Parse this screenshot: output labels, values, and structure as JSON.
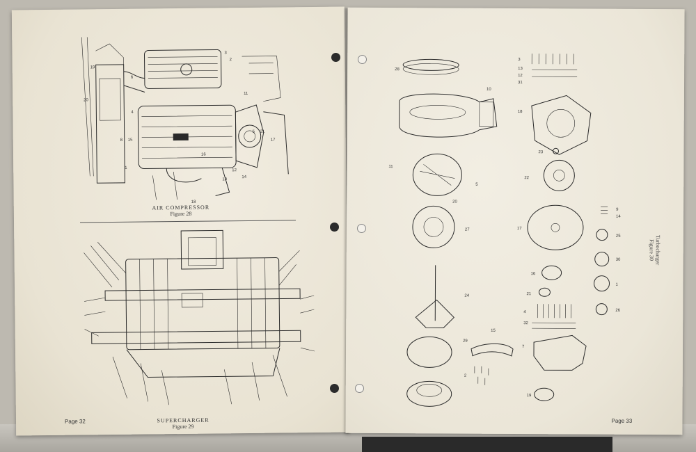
{
  "left_page": {
    "figure_top": {
      "title": "AIR COMPRESSOR",
      "label": "Figure 28",
      "callouts": [
        "19",
        "3",
        "2",
        "6",
        "11",
        "20",
        "4",
        "8",
        "15",
        "5",
        "21",
        "17",
        "1",
        "16",
        "12",
        "14",
        "10",
        "18"
      ]
    },
    "figure_bottom": {
      "title": "SUPERCHARGER",
      "label": "Figure 29"
    },
    "page_number": "Page 32"
  },
  "right_page": {
    "callouts_left_column": [
      "28",
      "10",
      "11",
      "5",
      "20",
      "27",
      "24",
      "15",
      "29",
      "2"
    ],
    "callouts_right_column": [
      "3",
      "13",
      "12",
      "31",
      "18",
      "23",
      "22",
      "17",
      "16",
      "21",
      "4",
      "32",
      "7",
      "19"
    ],
    "callouts_far_right": [
      "9",
      "14",
      "25",
      "30",
      "1",
      "26"
    ],
    "side_caption": {
      "title": "Turbocharger",
      "label": "Figure 30"
    },
    "page_number": "Page 33"
  }
}
